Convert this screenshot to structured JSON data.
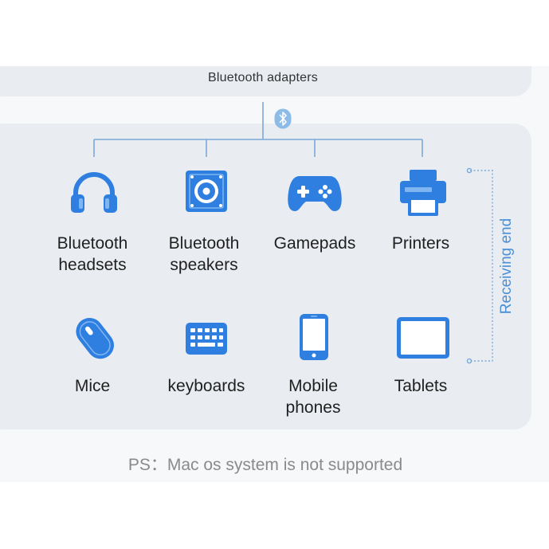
{
  "header": {
    "label": "Bluetooth adapters"
  },
  "side_label": "Receiving end",
  "devices": [
    {
      "name": "Bluetooth headsets",
      "lines": [
        "Bluetooth",
        "headsets"
      ],
      "icon": "headphones-icon"
    },
    {
      "name": "Bluetooth speakers",
      "lines": [
        "Bluetooth",
        "speakers"
      ],
      "icon": "speaker-icon"
    },
    {
      "name": "Gamepads",
      "lines": [
        "Gamepads"
      ],
      "icon": "gamepad-icon"
    },
    {
      "name": "Printers",
      "lines": [
        "Printers"
      ],
      "icon": "printer-icon"
    },
    {
      "name": "Mice",
      "lines": [
        "Mice"
      ],
      "icon": "mouse-icon"
    },
    {
      "name": "keyboards",
      "lines": [
        "keyboards"
      ],
      "icon": "keyboard-icon"
    },
    {
      "name": "Mobile phones",
      "lines": [
        "Mobile",
        "phones"
      ],
      "icon": "phone-icon"
    },
    {
      "name": "Tablets",
      "lines": [
        "Tablets"
      ],
      "icon": "tablet-icon"
    }
  ],
  "footer": {
    "note": "PS：Mac os system is not supported"
  },
  "colors": {
    "icon_blue": "#2f7fe0",
    "icon_light": "#7fb6f2",
    "line_blue": "#7aa9d8",
    "panel": "#e9edf2"
  }
}
